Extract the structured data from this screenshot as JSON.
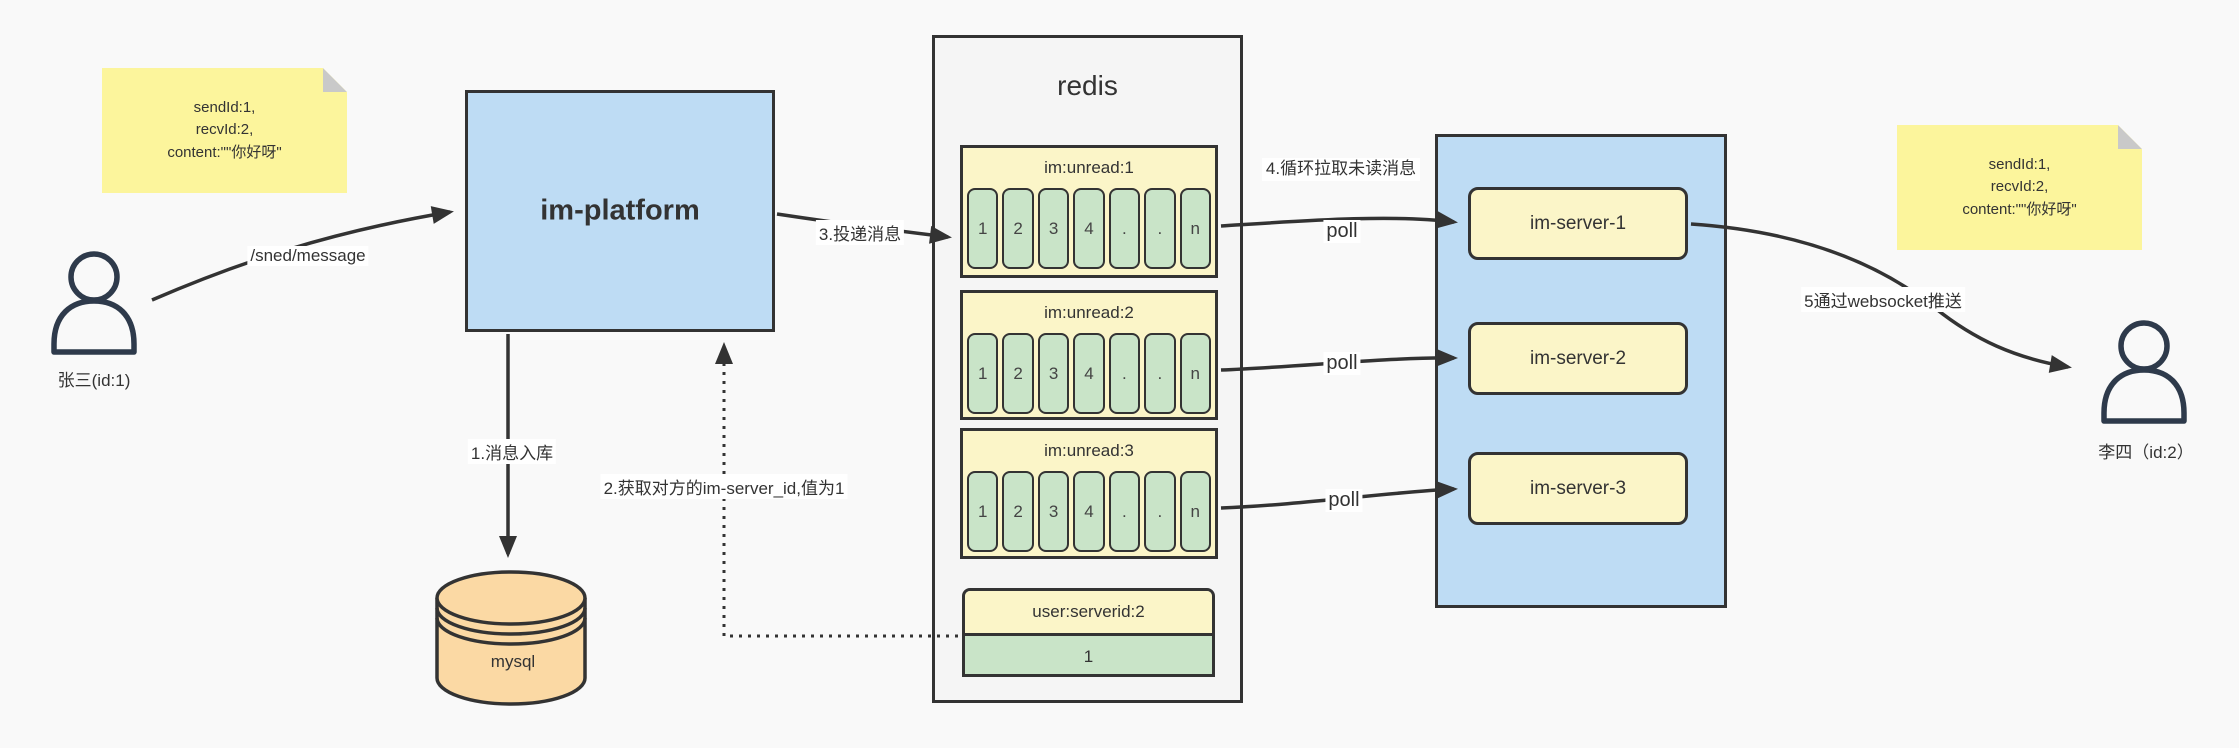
{
  "colors": {
    "background": "#f9f9f9",
    "node_blue": "#bedcf4",
    "node_yellow_pale": "#fbf5c8",
    "note_yellow": "#fcf59c",
    "cell_green": "#c9e4c8",
    "mysql_orange": "#fbd9a4",
    "line_dark": "#333333"
  },
  "actors": {
    "sender": {
      "label": "张三(id:1)"
    },
    "receiver": {
      "label": "李四（id:2）"
    }
  },
  "sticky_notes": {
    "sender": {
      "line1": "sendId:1,",
      "line2": "recvId:2,",
      "line3": "content:\"\"你好呀\""
    },
    "receiver": {
      "line1": "sendId:1,",
      "line2": "recvId:2,",
      "line3": "content:\"\"你好呀\""
    }
  },
  "platform": {
    "label": "im-platform"
  },
  "database": {
    "label": "mysql"
  },
  "redis": {
    "title": "redis",
    "queues": [
      {
        "header": "im:unread:1",
        "cells": [
          "1",
          "2",
          "3",
          "4",
          ".",
          ".",
          "n"
        ]
      },
      {
        "header": "im:unread:2",
        "cells": [
          "1",
          "2",
          "3",
          "4",
          ".",
          ".",
          "n"
        ]
      },
      {
        "header": "im:unread:3",
        "cells": [
          "1",
          "2",
          "3",
          "4",
          ".",
          ".",
          "n"
        ]
      }
    ],
    "server_map": {
      "header": "user:serverid:2",
      "value": "1"
    }
  },
  "server_group": {
    "items": [
      {
        "label": "im-server-1"
      },
      {
        "label": "im-server-2"
      },
      {
        "label": "im-server-3"
      }
    ]
  },
  "flow_labels": {
    "send_api": "/sned/message",
    "step1": "1.消息入库",
    "step2": "2.获取对方的im-server_id,值为1",
    "step3": "3.投递消息",
    "step4": "4.循环拉取未读消息",
    "step5": "5通过websocket推送",
    "poll": "poll"
  }
}
